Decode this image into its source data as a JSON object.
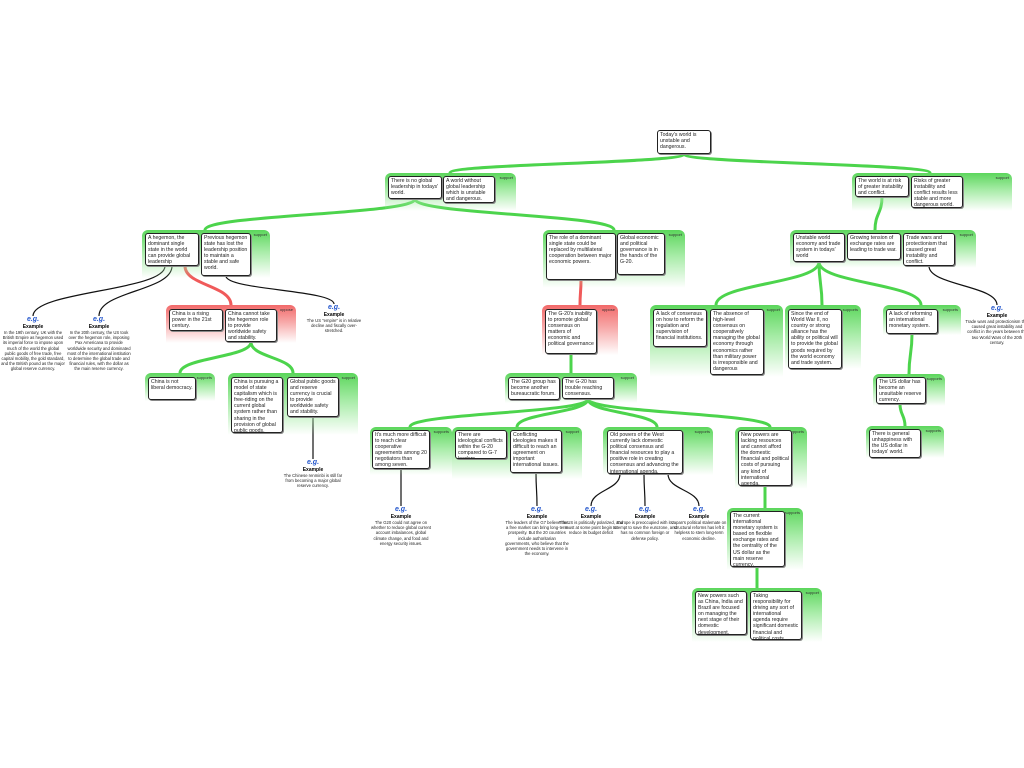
{
  "root": "Today's world is unstable and dangerous.",
  "groups": [
    {
      "label": "support",
      "claims": [
        "There is no global leadership in todays' world.",
        "A world without global leadership which is unstable and dangerous."
      ]
    },
    {
      "label": "support",
      "claims": [
        "The world is at risk of greater instability and conflict.",
        "Risks of greater instability and conflict results less stable and more dangerous world."
      ]
    },
    {
      "label": "support",
      "claims": [
        "A hegemon, the dominant single state in the world can provide global leadership",
        "Previous hegemon state has lost the leadership position to maintain a stable and safe world."
      ]
    },
    {
      "label": "support",
      "claims": [
        "The role of a dominant single state could be replaced by multilateral cooperation between major economic powers.",
        "Global economic and political governance is in the hands of the G-20."
      ]
    },
    {
      "label": "support",
      "claims": [
        "Unstable world economy and trade system in todays' world",
        "Growing tension of exchange rates are leading to trade war.",
        "Trade wars and protectionism that caused great instability and conflict."
      ]
    },
    {
      "label": "oppose",
      "claims": [
        "China is a rising power in the 21st century.",
        "China cannot take the hegemon role to provide worldwide safety and stability."
      ]
    },
    {
      "label": "oppose",
      "claims": [
        "The G-20's inability to promote global consensus on matters of economic and political governance"
      ]
    },
    {
      "label": "supports",
      "claims": [
        "China is not liberal democracy."
      ]
    },
    {
      "label": "support",
      "claims": [
        "China is pursuing a model of state capitalism which is free-riding on the current global system rather than sharing in the provision of global public goods.",
        "Global public goods and reserve currency is crucial to provide worldwide safety and stability."
      ]
    },
    {
      "label": "support",
      "claims": [
        "The G20 group has become another bureaucratic forum.",
        "The G-20 has trouble reaching consensus."
      ]
    },
    {
      "label": "supports",
      "claims": [
        "It's much more difficult to reach clear cooperative agreements among 20 negotiators than among seven."
      ]
    },
    {
      "label": "support",
      "claims": [
        "There are ideological conflicts within the G-20 compared to G-7 leaders.",
        "Conflicting ideologies makes it difficult to reach an agreement on important international issues."
      ]
    },
    {
      "label": "supports",
      "claims": [
        "Old powers of the West currently lack domestic political consensus and financial resources to play a positive role in creating consensus and advancing the international agenda."
      ]
    },
    {
      "label": "supports",
      "claims": [
        "New powers are lacking resources and cannot afford the domestic financial and political costs of pursuing any kind of international agenda."
      ]
    },
    {
      "label": "supports",
      "claims": [
        "The current international monetary system is based on flexible exchange rates and the centrality of the US dollar as the main reserve currency."
      ]
    },
    {
      "label": "support",
      "claims": [
        "New powers such as China, India and Brazil are focused on managing the next stage of their domestic development.",
        "Taking responsibility for driving any sort of international agenda require significant domestic financial and political costs."
      ]
    },
    {
      "label": "support",
      "claims": [
        "A lack of consensus on how to reform the regulation and supervision of financial institutions.",
        "The absence of high-level consensus on cooperatively managing the global economy through economics rather than military power is irresponsible and dangerous"
      ]
    },
    {
      "label": "supports",
      "claims": [
        "Since the end of World War II, no country or strong alliance has the ability or political will to provide the global goods required by the world economy and trade system."
      ]
    },
    {
      "label": "supports",
      "claims": [
        "A lack of reforming an international monetary system."
      ]
    },
    {
      "label": "supports",
      "claims": [
        "The US dollar has become an unsuitable reserve currency."
      ]
    },
    {
      "label": "supports",
      "claims": [
        "There is general unhappiness with the US dollar in todays' world."
      ]
    }
  ],
  "example_icon": "e.g.",
  "examples": [
    {
      "label": "Example",
      "text": "In the 19th century, UK with the British Empire as hegemon used its imperial force to impose upon much of the world the global public goods of free trade, free capital mobility, the gold standard, and the British pound as the major global reserve currency."
    },
    {
      "label": "Example",
      "text": "In the 20th century, the US took over the hegemon role, imposing Pax Americana to provide worldwide security and dominated most of the international institution to determine the global trade and financial rules, with the dollar as the main reserve currency."
    },
    {
      "label": "Example",
      "text": "The US \"empire\" is in relative decline and fiscally over-stretched."
    },
    {
      "label": "Example",
      "text": "The Chinese renminbi is still far from becoming a major global reserve currency."
    },
    {
      "label": "Example",
      "text": "Trade wars and protectionism that caused great instability and conflict in the years between the two World Wars of the 20th century."
    },
    {
      "label": "Example",
      "text": "The G20 could not agree on whether to reduce global current account imbalances, global climate change, and food and energy security issues."
    },
    {
      "label": "Example",
      "text": "The leaders of the G7 believe that a free market can bring long-term prosperity. But the 20 countries include authoritarian governments, who believe that the government needs to intervene in the economy."
    },
    {
      "label": "Example",
      "text": "The US is politically polarized, and must at some point begin to reduce its budget deficit"
    },
    {
      "label": "Example",
      "text": "Europe is preoccupied with its attempt to save the eurozone, and has no common foreign or defense policy."
    },
    {
      "label": "Example",
      "text": "Japan's political stalemate on structural reforms has left it helpless to stem long-term economic decline."
    }
  ],
  "colors": {
    "support": "#4cd44c",
    "oppose": "#f05a5a",
    "example_link": "#111111",
    "icon": "#2255cc"
  }
}
